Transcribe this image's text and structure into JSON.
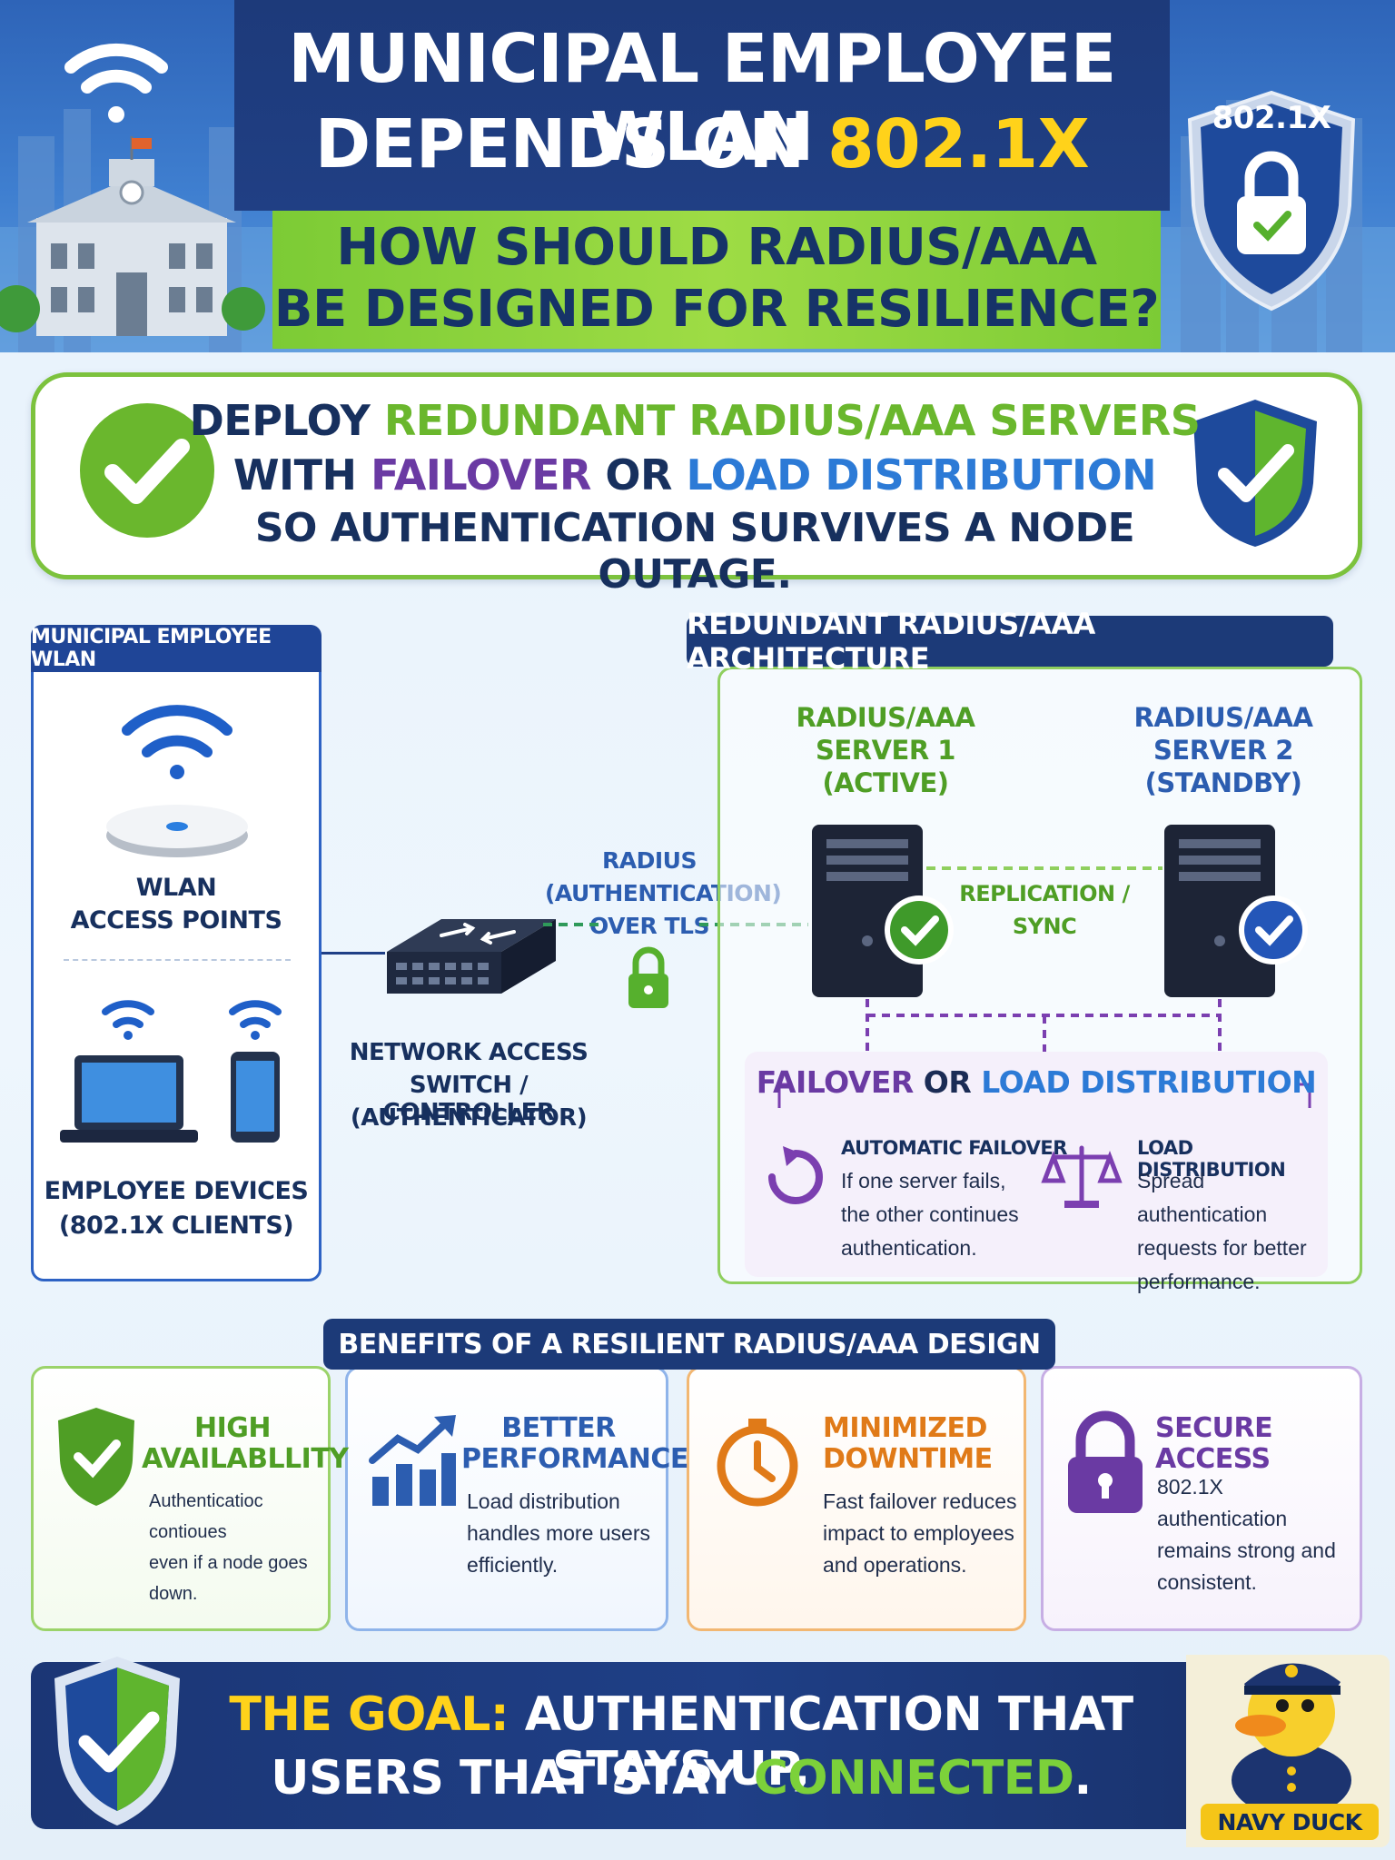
{
  "header": {
    "title_line1": "MUNICIPAL EMPLOYEE WLAN",
    "title_line2_prefix": "DEPENDS ON ",
    "title_line2_highlight": "802.1X",
    "subtitle_line1": "HOW SHOULD RADIUS/AAA",
    "subtitle_line2": "BE DESIGNED FOR RESILIENCE?",
    "badge_label": "802.1X"
  },
  "answer": {
    "line1_prefix": "DEPLOY ",
    "line1_highlight": "REDUNDANT RADIUS/AAA SERVERS",
    "line2_prefix": "WITH ",
    "line2_failover": "FAILOVER",
    "line2_or": " OR ",
    "line2_load": "LOAD DISTRIBUTION",
    "line3": "SO AUTHENTICATION SURVIVES A NODE OUTAGE."
  },
  "wlan": {
    "tag": "MUNICIPAL EMPLOYEE WLAN",
    "ap_label_1": "WLAN",
    "ap_label_2": "ACCESS POINTS",
    "devices_label_1": "EMPLOYEE DEVICES",
    "devices_label_2": "(802.1X CLIENTS)"
  },
  "switch": {
    "label_1": "NETWORK ACCESS",
    "label_2": "SWITCH / CONTROLLER",
    "label_3": "(AUTHENTICATOR)"
  },
  "link": {
    "line1": "RADIUS",
    "line2": "(AUTHENTICATION)",
    "line3": "OVER TLS"
  },
  "architecture": {
    "tag": "REDUNDANT RADIUS/AAA ARCHITECTURE",
    "server1": [
      "RADIUS/AAA",
      "SERVER 1",
      "(ACTIVE)"
    ],
    "server2": [
      "RADIUS/AAA",
      "SERVER 2",
      "(STANDBY)"
    ],
    "replication_1": "REPLICATION /",
    "replication_2": "SYNC",
    "fo_title_failover": "FAILOVER",
    "fo_title_or": " OR ",
    "fo_title_load": "LOAD DISTRIBUTION",
    "auto_failover_head": "AUTOMATIC FAILOVER",
    "auto_failover_text": [
      "If one server fails,",
      "the other continues",
      "authentication."
    ],
    "load_head": "LOAD DISTRIBUTION",
    "load_text": [
      "Spread authentication",
      "requests for better",
      "performance."
    ]
  },
  "benefits": {
    "tag": "BENEFITS OF A RESILIENT RADIUS/AAA DESIGN",
    "items": [
      {
        "title": [
          "HIGH",
          "AVAILABLLITY"
        ],
        "text": [
          "Authenticatioc contioues",
          "even if a node goes",
          "down."
        ],
        "color": "#4f9e25"
      },
      {
        "title": [
          "BETTER",
          "PERFORMANCE"
        ],
        "text": [
          "Load distribution",
          "handles more users",
          "efficiently."
        ],
        "color": "#2c5db0"
      },
      {
        "title": [
          "MINIMIZED",
          "DOWNTIME"
        ],
        "text": [
          "Fast failover reduces",
          "impact to employees",
          "and operations."
        ],
        "color": "#e07a18"
      },
      {
        "title": [
          "SECURE ACCESS"
        ],
        "text": [
          "802.1X authentication",
          "remains strong and",
          "consistent."
        ],
        "color": "#6a3aa3"
      }
    ]
  },
  "footer": {
    "goal_prefix": "THE GOAL:",
    "goal_line1_rest": " AUTHENTICATION THAT STAYS UP,",
    "goal_line2_prefix": "USERS THAT STAY ",
    "goal_line2_highlight": "CONNECTED",
    "goal_line2_suffix": ".",
    "mascot_name": "NAVY DUCK"
  },
  "colors": {
    "navy": "#1c3a78",
    "green": "#6ab72d",
    "purple": "#6a3aa3",
    "blue": "#2c7ad6",
    "yellow": "#ffd21a",
    "orange": "#e07a18"
  }
}
